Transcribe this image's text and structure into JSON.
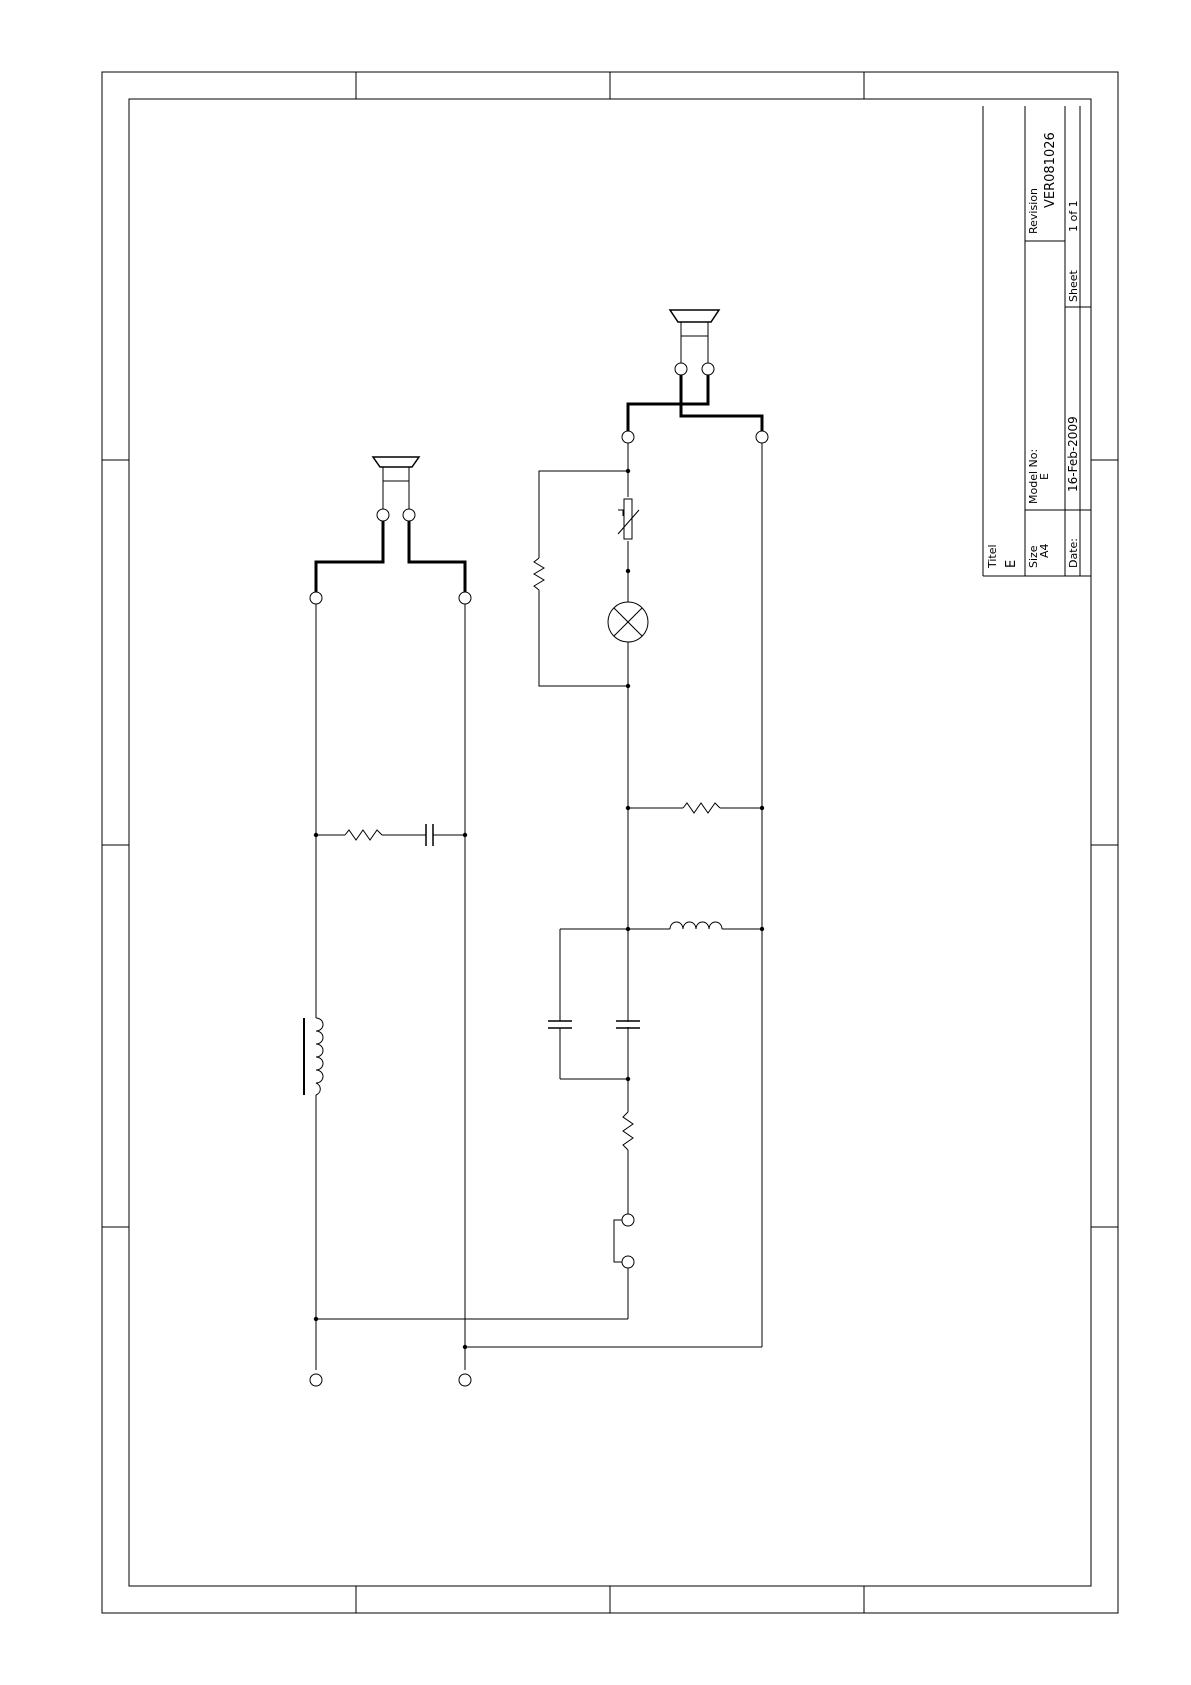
{
  "title_block": {
    "titel_label": "Titel",
    "titel_value": "E",
    "size_label": "Size",
    "size_value": "A4",
    "model_label": "Model No:",
    "model_value": "E",
    "revision_label": "Revision",
    "revision_value": "VER081026",
    "date_label": "Date:",
    "date_value": "16-Feb-2009",
    "sheet_label": "Sheet",
    "sheet_value": "1  of   1"
  },
  "colors": {
    "ink": "#000000",
    "paper": "#ffffff"
  }
}
